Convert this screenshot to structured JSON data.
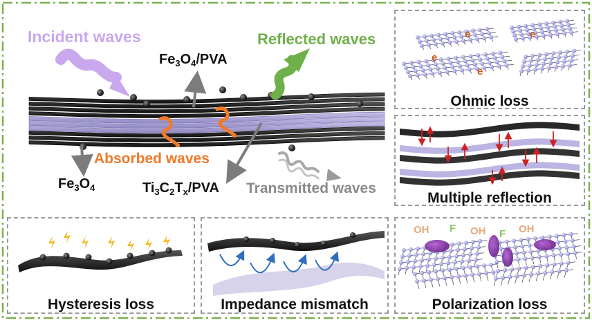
{
  "main": {
    "incident": "Incident waves",
    "reflected": "Reflected waves",
    "absorbed": "Absorbed waves",
    "transmitted": "Transmitted waves",
    "fe3o4_pva": {
      "a": "Fe",
      "b": "3",
      "c": "O",
      "d": "4",
      "e": "/PVA"
    },
    "fe3o4": {
      "a": "Fe",
      "b": "3",
      "c": "O",
      "d": "4"
    },
    "ti3c2tx_pva": {
      "a": "Ti",
      "b": "3",
      "c": "C",
      "d": "2",
      "e": "T",
      "f": "x",
      "g": "/PVA"
    }
  },
  "panels": {
    "ohmic": {
      "caption": "Ohmic loss",
      "electrons": [
        "e",
        "e",
        "e",
        "e"
      ]
    },
    "multiple": {
      "caption": "Multiple reflection"
    },
    "hysteresis": {
      "caption": "Hysteresis loss"
    },
    "impedance": {
      "caption": "Impedance mismatch"
    },
    "polarization": {
      "caption": "Polarization loss",
      "groups": [
        "OH",
        "F",
        "OH",
        "F",
        "OH"
      ]
    }
  },
  "colors": {
    "incident": "#c9a8ee",
    "reflected": "#6fb04a",
    "absorbed": "#ee7a2a",
    "transmitted": "#8a8a8a",
    "frame": "#7ab04e",
    "panel_border": "#9a9a9a",
    "mxene_layer": "#9d96c8"
  }
}
